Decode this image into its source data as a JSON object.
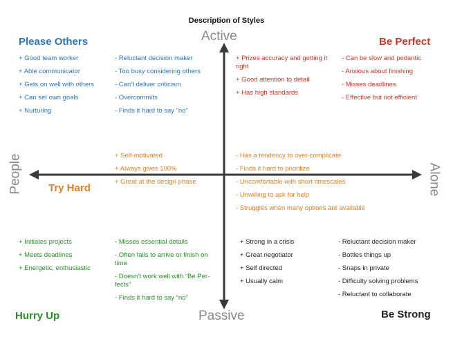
{
  "title": "Description of Styles",
  "axes": {
    "top": "Active",
    "bottom": "Passive",
    "left": "People",
    "right": "Alone"
  },
  "quadrants": {
    "please_others": {
      "title": "Please Others",
      "color": "#2e75b6",
      "strengths": [
        "+ Good team worker",
        "+ Able communicator",
        "+ Gets on well with others",
        "+ Can set own goals",
        "+ Nurturing"
      ],
      "weaknesses": [
        "- Reluctant decision maker",
        "- Too busy considering others",
        "- Can’t deliver criticism",
        "- Overcommits",
        "- Finds it hard to say “no”"
      ]
    },
    "be_perfect": {
      "title": "Be Perfect",
      "color": "#c0392b",
      "strengths": [
        "+ Prizes accuracy and getting it right",
        "+ Good attention to detail",
        "+ Has high standards"
      ],
      "weaknesses": [
        "- Can be slow and pedantic",
        "- Anxious about finishing",
        "- Misses deadlines",
        "- Effective but not efficient"
      ]
    },
    "try_hard": {
      "title": "Try Hard",
      "color": "#d9822b",
      "strengths": [
        "+ Self-motivated",
        "+ Always gives 100%",
        "+ Great at the design phase"
      ],
      "weaknesses": [
        "- Has a tendency to over-complicate",
        "- Finds it hard to priorilize",
        "- Uncomfortable with short timescales",
        "- Unwilling to ask for help",
        "- Struggles when many options are available"
      ]
    },
    "hurry_up": {
      "title": "Hurry Up",
      "color": "#2e8b2e",
      "strengths": [
        "+ Initiates projects",
        "+ Meets deadlines",
        "+ Energetic, enthusiastic"
      ],
      "weaknesses": [
        "- Misses essential details",
        "- Often fails to arrive or finish on time",
        "- Doesn’t work well with “Be Per-fects”",
        "- Finds it hard to say “no”"
      ]
    },
    "be_strong": {
      "title": "Be Strong",
      "color": "#222222",
      "strengths": [
        "+ Strong in a crisis",
        "+ Great negotiator",
        "+ Self directed",
        "+ Usually calm"
      ],
      "weaknesses": [
        "- Reluctant decision maker",
        "- Bottles things up",
        "- Snaps in private",
        "- Difficulty solving problems",
        "- Reluctant to collaborate"
      ]
    }
  }
}
